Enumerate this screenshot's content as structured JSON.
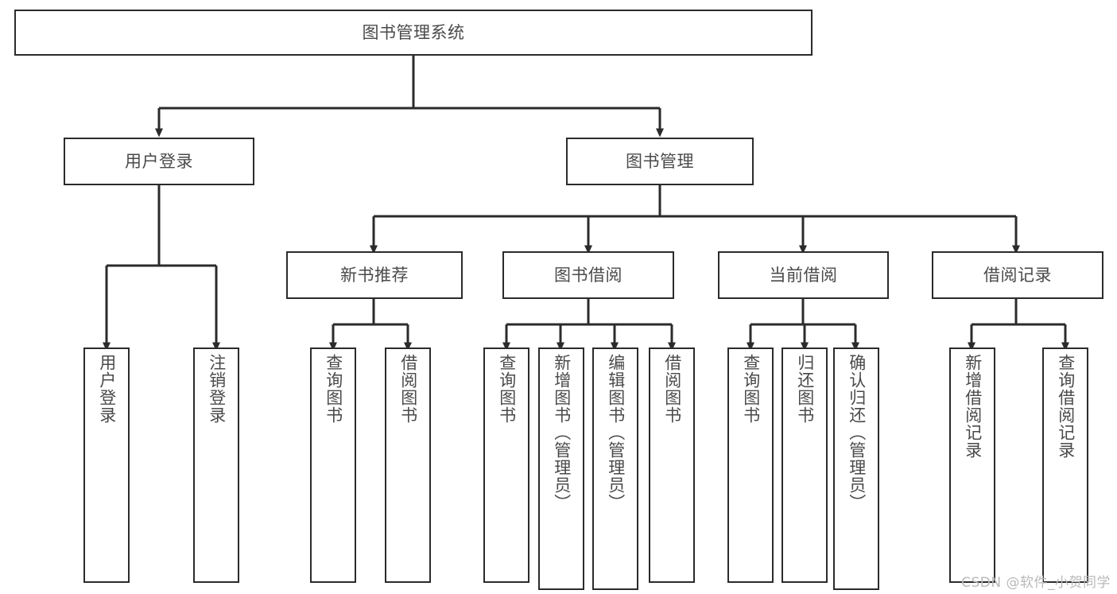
{
  "diagram": {
    "title": "图书管理系统",
    "type": "hierarchy-tree",
    "root": {
      "label": "图书管理系统"
    },
    "level2": [
      {
        "label": "用户登录"
      },
      {
        "label": "图书管理"
      }
    ],
    "level3": [
      {
        "label": "新书推荐"
      },
      {
        "label": "图书借阅"
      },
      {
        "label": "当前借阅"
      },
      {
        "label": "借阅记录"
      }
    ],
    "leaves": {
      "user_login": [
        {
          "label": "用户登录"
        },
        {
          "label": "注销登录"
        }
      ],
      "new_book_recommend": [
        {
          "label": "查询图书"
        },
        {
          "label": "借阅图书"
        }
      ],
      "book_borrow": [
        {
          "label": "查询图书"
        },
        {
          "label": "新增图书（管理员）"
        },
        {
          "label": "编辑图书（管理员）"
        },
        {
          "label": "借阅图书"
        }
      ],
      "current_borrow": [
        {
          "label": "查询图书"
        },
        {
          "label": "归还图书"
        },
        {
          "label": "确认归还（管理员）"
        }
      ],
      "borrow_record": [
        {
          "label": "新增借阅记录"
        },
        {
          "label": "查询借阅记录"
        }
      ]
    }
  },
  "watermark": {
    "text": "CSDN @软件_小贺同学"
  },
  "colors": {
    "border": "#2b2b2b",
    "text": "#4a4a4a",
    "background": "#ffffff",
    "watermark": "#b9b9b9"
  }
}
